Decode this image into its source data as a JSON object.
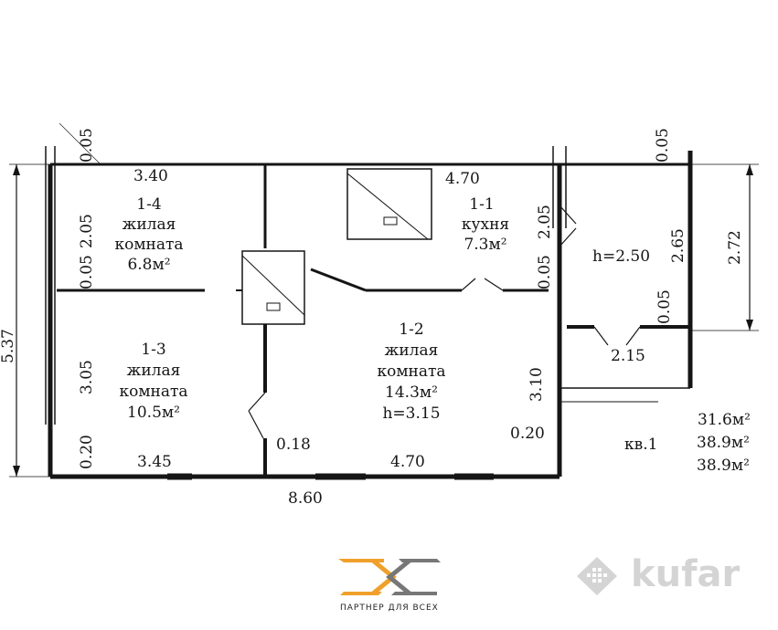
{
  "colors": {
    "ink": "#151515",
    "logo_orange": "#F0A02A",
    "logo_gray": "#777777",
    "watermark": "#cdcdcd"
  },
  "rooms": {
    "r14": {
      "code": "1-4",
      "line1": "жилая",
      "line2": "комната",
      "area": "6.8м²"
    },
    "r11": {
      "code": "1-1",
      "line1": "кухня",
      "area": "7.3м²"
    },
    "r13": {
      "code": "1-3",
      "line1": "жилая",
      "line2": "комната",
      "area": "10.5м²"
    },
    "r12": {
      "code": "1-2",
      "line1": "жилая",
      "line2": "комната",
      "area": "14.3м²",
      "height": "h=3.15"
    },
    "hall": {
      "height": "h=2.50"
    }
  },
  "dims": {
    "d_340": "3.40",
    "d_470_top": "4.70",
    "d_005_a": "0.05",
    "d_005_b": "0.05",
    "d_205_l": "2.05",
    "d_005_c": "0.05",
    "d_305": "3.05",
    "d_020_l": "0.20",
    "d_345": "3.45",
    "d_018": "0.18",
    "d_470_bot": "4.70",
    "d_860": "8.60",
    "d_310": "3.10",
    "d_020_r": "0.20",
    "d_205_r": "2.05",
    "d_005_d": "0.05",
    "d_265": "2.65",
    "d_005_e": "0.05",
    "d_272": "2.72",
    "d_215": "2.15",
    "d_537": "5.37"
  },
  "summary": {
    "apartment": "кв.1",
    "area1": "31.6м²",
    "area2": "38.9м²",
    "area3": "38.9м²"
  },
  "logo": {
    "tagline": "ПАРТНЕР ДЛЯ ВСЕХ",
    "icon": "exchange-logo-icon"
  },
  "watermark": {
    "text": "kufar",
    "icon": "kufar-watermark-icon"
  }
}
